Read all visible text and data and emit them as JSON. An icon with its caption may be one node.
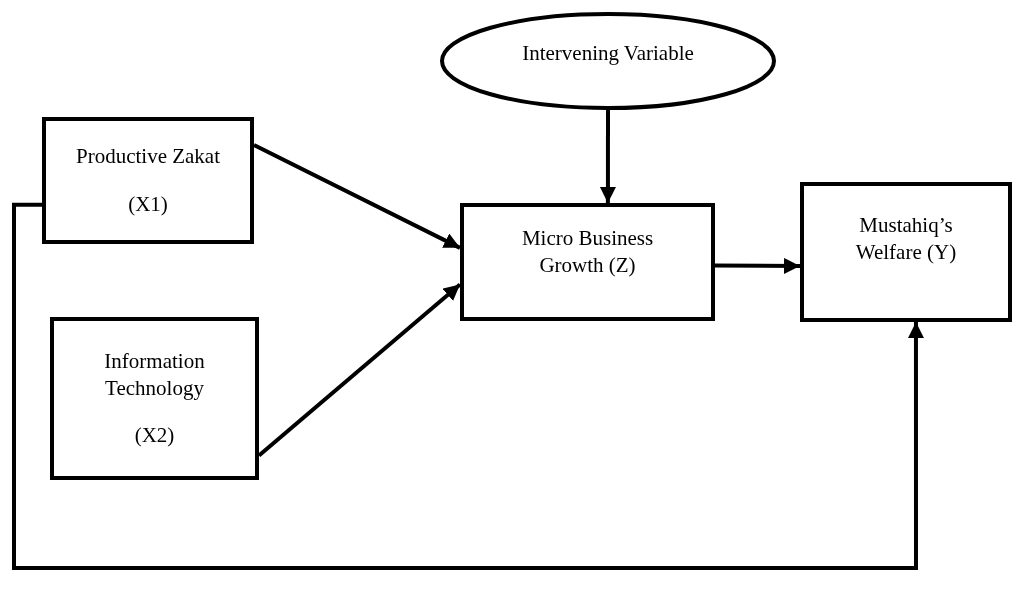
{
  "diagram": {
    "nodes": [
      {
        "text": [
          "Intervening Variable"
        ]
      },
      {
        "text": [
          "Productive Zakat",
          "(X1)"
        ]
      },
      {
        "text": [
          "Information Technology",
          "(X2)"
        ]
      },
      {
        "text": [
          "Micro Business Growth (Z)"
        ]
      },
      {
        "text": [
          "Mustahiq’s Welfare (Y)"
        ]
      }
    ],
    "edges": [
      {
        "from": 0,
        "to": 3,
        "arrow": "to"
      },
      {
        "from": 1,
        "to": 3,
        "arrow": "to"
      },
      {
        "from": 2,
        "to": 3,
        "arrow": "to"
      },
      {
        "from": 3,
        "to": 4,
        "arrow": "to"
      },
      {
        "from": 1,
        "to": 4,
        "arrow": "to"
      }
    ]
  }
}
